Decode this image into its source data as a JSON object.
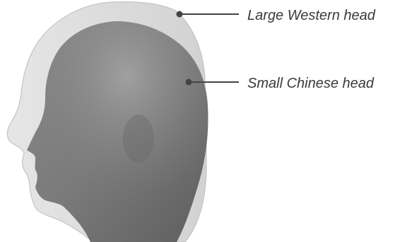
{
  "diagram": {
    "callouts": [
      {
        "id": "large",
        "label": "Large Western head"
      },
      {
        "id": "small",
        "label": "Small Chinese head"
      }
    ],
    "colors": {
      "large_head_fill": "#d9d9d9",
      "large_head_stroke": "#c4c4c4",
      "small_head_fill": "#7c7c7c",
      "leader_line": "#444444",
      "label_text": "#3a3a3a"
    }
  }
}
